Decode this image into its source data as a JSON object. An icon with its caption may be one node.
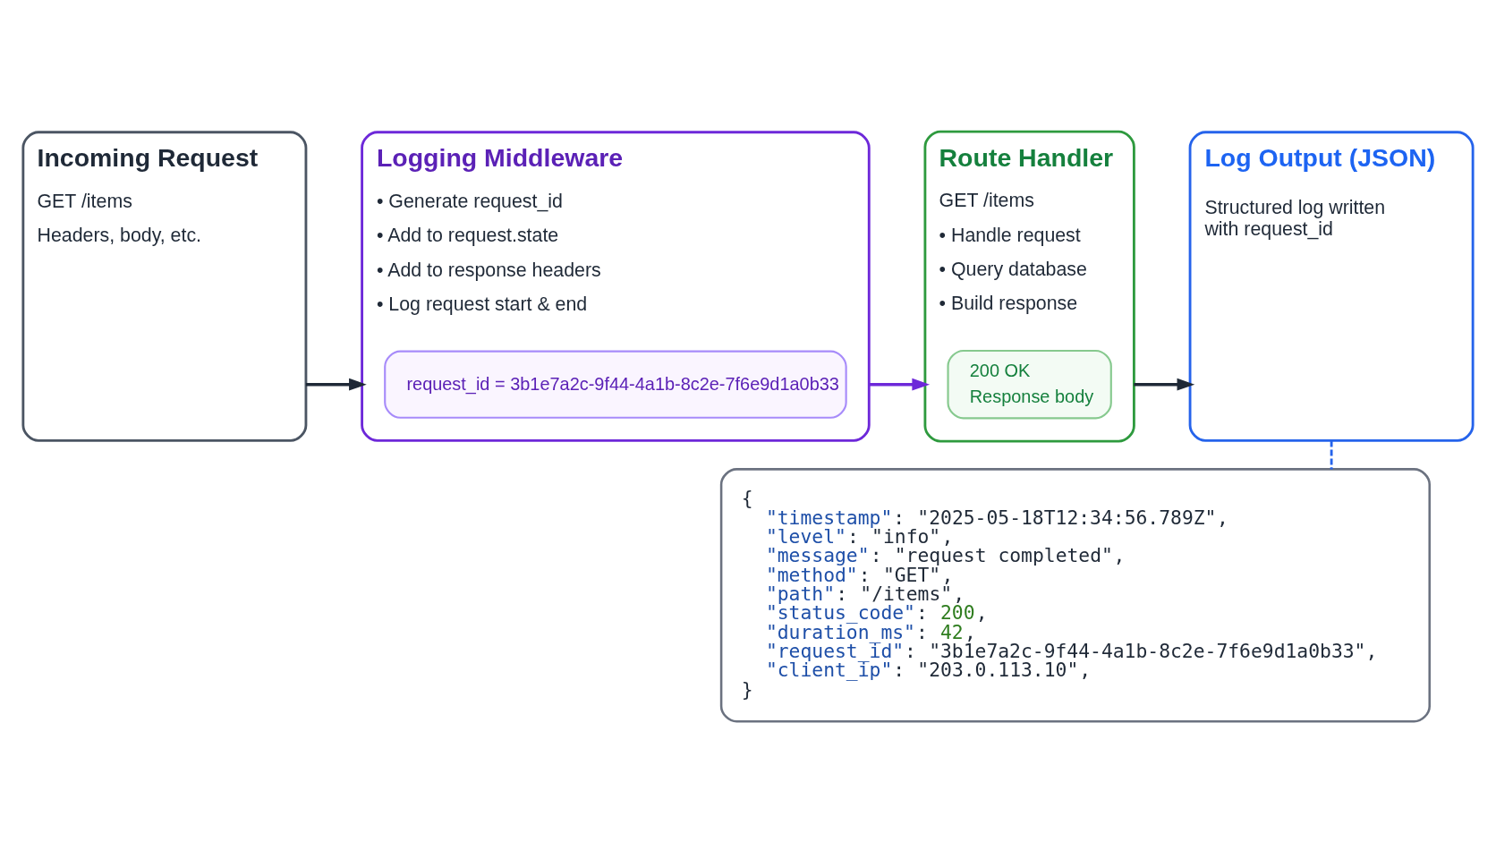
{
  "diagram": {
    "nodes": [
      {
        "text": [
          "Incoming Request",
          "GET /items",
          "Headers, body, etc."
        ]
      },
      {
        "text": [
          "Logging Middleware",
          "• Generate request_id",
          "• Add to request.state",
          "• Add to response headers",
          "• Log request start & end"
        ]
      },
      {
        "text": [
          "request_id = 3b1e7a2c-9f44-4a1b-8c2e-7f6e9d1a0b33"
        ],
        "in": 1
      },
      {
        "text": [
          "Route Handler",
          "GET /items",
          "• Handle request",
          "• Query database",
          "• Build response"
        ]
      },
      {
        "text": [
          "200 OK",
          "Response body"
        ],
        "in": 3
      },
      {
        "text": [
          "Log Output (JSON)",
          "Structured log written with request_id"
        ]
      },
      {
        "text": [
          "{",
          "\"timestamp\": \"2025-05-18T12:34:56.789Z\",",
          "\"level\": \"info\",",
          "\"message\": \"request completed\",",
          "\"method\": \"GET\",",
          "\"path\": \"/items\",",
          "\"status_code\": 200,",
          "\"duration_ms\": 42,",
          "\"request_id\": \"3b1e7a2c-9f44-4a1b-8c2e-7f6e9d1a0b33\",",
          "\"client_ip\": \"203.0.113.10\",",
          "}"
        ]
      }
    ],
    "edges": [
      {
        "from": 0,
        "to": 1,
        "arrow": "to"
      },
      {
        "from": 1,
        "to": 3,
        "arrow": "to",
        "color": "#6d28d9"
      },
      {
        "from": 3,
        "to": 5,
        "arrow": "to"
      },
      {
        "from": 5,
        "to": 6,
        "arrow": "none",
        "style": "dashed",
        "color": "#2563eb"
      }
    ]
  }
}
